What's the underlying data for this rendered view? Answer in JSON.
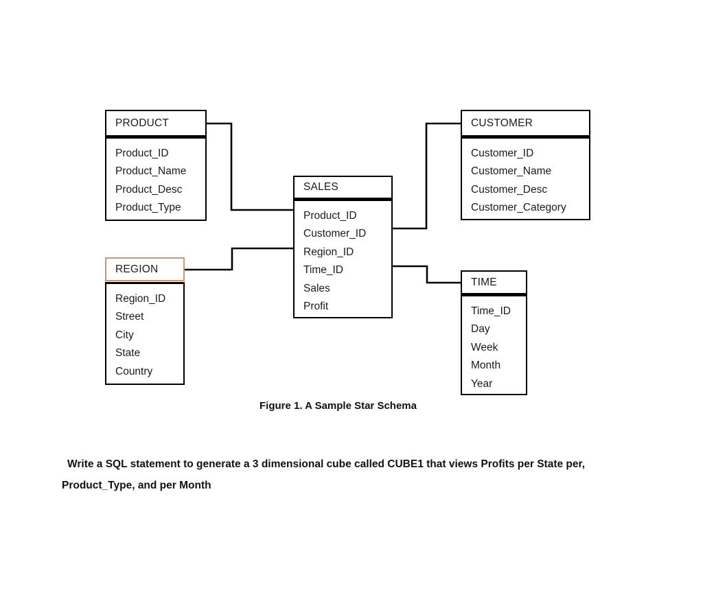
{
  "figure": {
    "caption": "Figure 1.  A Sample Star Schema",
    "prompt_line_1": " Write a SQL statement to generate a 3 dimensional cube called CUBE1 that views Profits per State per,",
    "prompt_line_2": "Product_Type, and per Month"
  },
  "colors": {
    "line": "#000000",
    "text": "#1a1a1a",
    "region_header_border": "#c49a7c",
    "background": "#ffffff"
  },
  "entities": [
    {
      "id": "product",
      "title": "PRODUCT",
      "fields": [
        "Product_ID",
        "Product_Name",
        "Product_Desc",
        "Product_Type"
      ]
    },
    {
      "id": "customer",
      "title": "CUSTOMER",
      "fields": [
        "Customer_ID",
        "Customer_Name",
        "Customer_Desc",
        "Customer_Category"
      ]
    },
    {
      "id": "sales",
      "title": "SALES",
      "fields": [
        "Product_ID",
        "Customer_ID",
        "Region_ID",
        "Time_ID",
        "Sales",
        "Profit"
      ]
    },
    {
      "id": "region",
      "title": "REGION",
      "fields": [
        "Region_ID",
        "Street",
        "City",
        "State",
        "Country"
      ]
    },
    {
      "id": "time",
      "title": "TIME",
      "fields": [
        "Time_ID",
        "Day",
        "Week",
        "Month",
        "Year"
      ]
    }
  ],
  "relationships": [
    {
      "from": "product",
      "to": "sales",
      "name": "product-to-sales-connector"
    },
    {
      "from": "sales",
      "to": "customer",
      "name": "sales-to-customer-connector"
    },
    {
      "from": "region",
      "to": "sales",
      "name": "region-to-sales-connector"
    },
    {
      "from": "sales",
      "to": "time",
      "name": "sales-to-time-connector"
    }
  ]
}
